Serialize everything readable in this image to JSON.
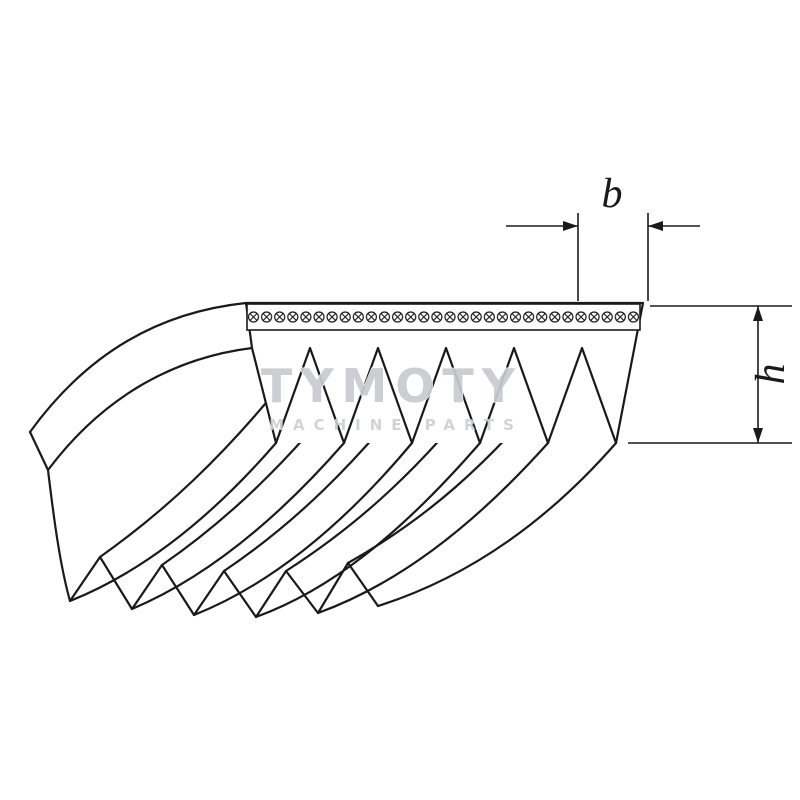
{
  "diagram": {
    "kind": "technical-drawing",
    "dimensions": {
      "width_label": "b",
      "height_label": "h"
    },
    "watermark": {
      "title": "TYMOTY",
      "subtitle": "MACHINE PARTS"
    },
    "belt": {
      "front_rib_count": 6,
      "front_groove_count": 5,
      "end_rib_count": 6
    },
    "colors": {
      "line": "#1a1a1a",
      "watermark_gray": "#c7ccd1",
      "background": "#ffffff"
    }
  }
}
